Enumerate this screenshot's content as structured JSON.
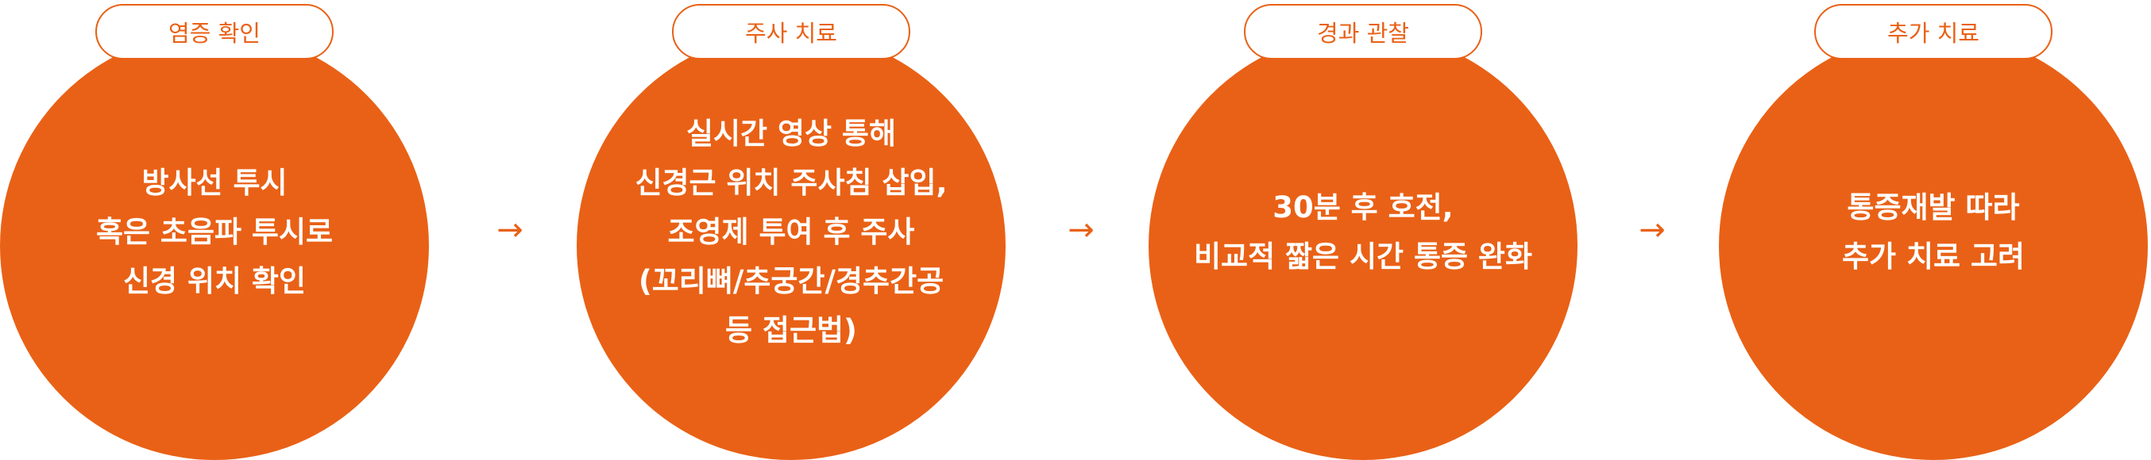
{
  "accent_color": "#e96116",
  "arrow_glyph": "→",
  "steps": [
    {
      "label": "염증 확인",
      "lines": [
        "방사선 투시",
        "혹은 초음파 투시로",
        "신경 위치 확인"
      ]
    },
    {
      "label": "주사 치료",
      "lines": [
        "실시간 영상 통해",
        "신경근 위치 주사침 삽입,",
        "조영제 투여 후 주사",
        "(꼬리뼈/추궁간/경추간공",
        "등 접근법)"
      ]
    },
    {
      "label": "경과 관찰",
      "lines": [
        "30분 후 호전,",
        "비교적 짧은 시간 통증 완화"
      ]
    },
    {
      "label": "추가 치료",
      "lines": [
        "통증재발 따라",
        "추가 치료 고려"
      ]
    }
  ]
}
